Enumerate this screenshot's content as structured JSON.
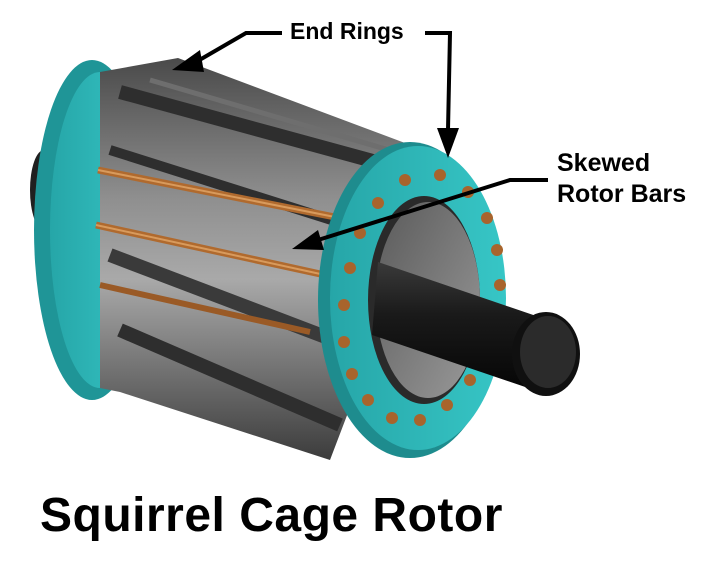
{
  "labels": {
    "end_rings": "End Rings",
    "skewed_rotor_bars": [
      "Skewed",
      "Rotor Bars"
    ],
    "title": "Squirrel Cage Rotor"
  },
  "colors": {
    "end_ring": "#2fb8b8",
    "end_ring_dark": "#1e8c8e",
    "core_dark": "#3a3a3a",
    "core_light": "#9a9a9a",
    "rotor_bar": "#b06a2e",
    "shaft": "#141414",
    "background": "#ffffff"
  }
}
